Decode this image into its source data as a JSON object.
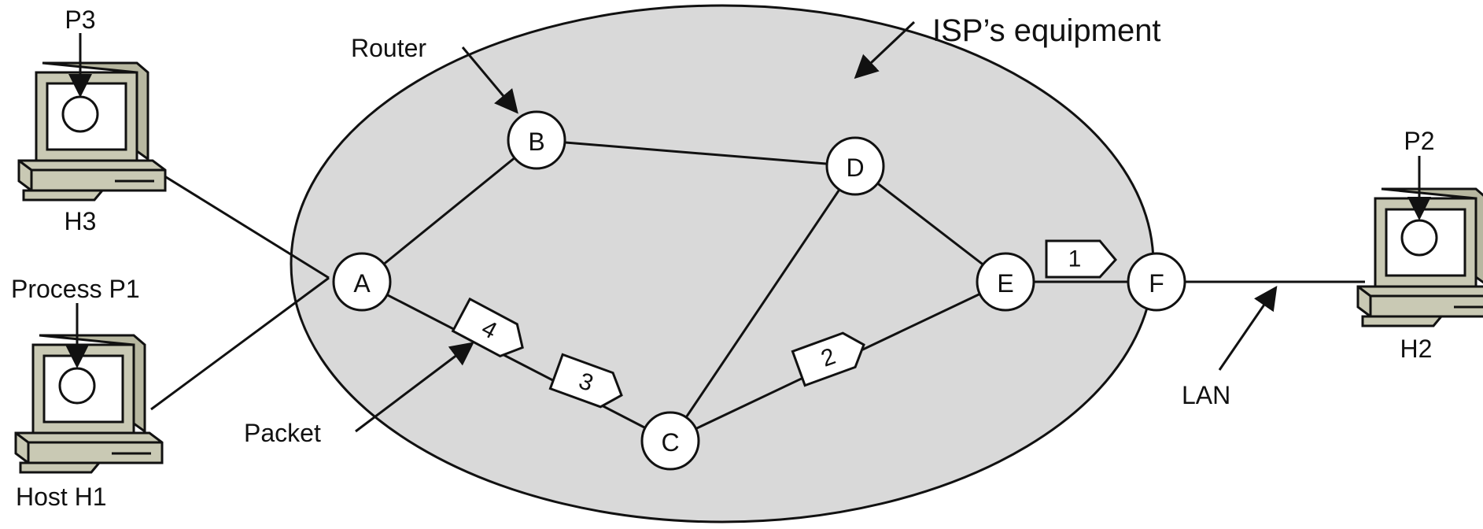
{
  "colors": {
    "isp_fill": "#d9d9d9",
    "stroke": "#111111",
    "node_fill": "#ffffff",
    "computer_body": "#c9c9b4",
    "computer_screen": "#ffffff"
  },
  "labels": {
    "isp_equipment": "ISP’s equipment",
    "router": "Router",
    "packet": "Packet",
    "lan": "LAN"
  },
  "nodes": {
    "A": "A",
    "B": "B",
    "C": "C",
    "D": "D",
    "E": "E",
    "F": "F"
  },
  "packets": {
    "p1": "1",
    "p2": "2",
    "p3": "3",
    "p4": "4"
  },
  "hosts": {
    "h3": {
      "name": "H3",
      "process": "P3"
    },
    "h1": {
      "name": "Host H1",
      "process": "Process P1"
    },
    "h2": {
      "name": "H2",
      "process": "P2"
    }
  },
  "icons": {
    "computer": "desktop-computer-icon",
    "router": "router-node-icon",
    "packet": "packet-icon"
  }
}
